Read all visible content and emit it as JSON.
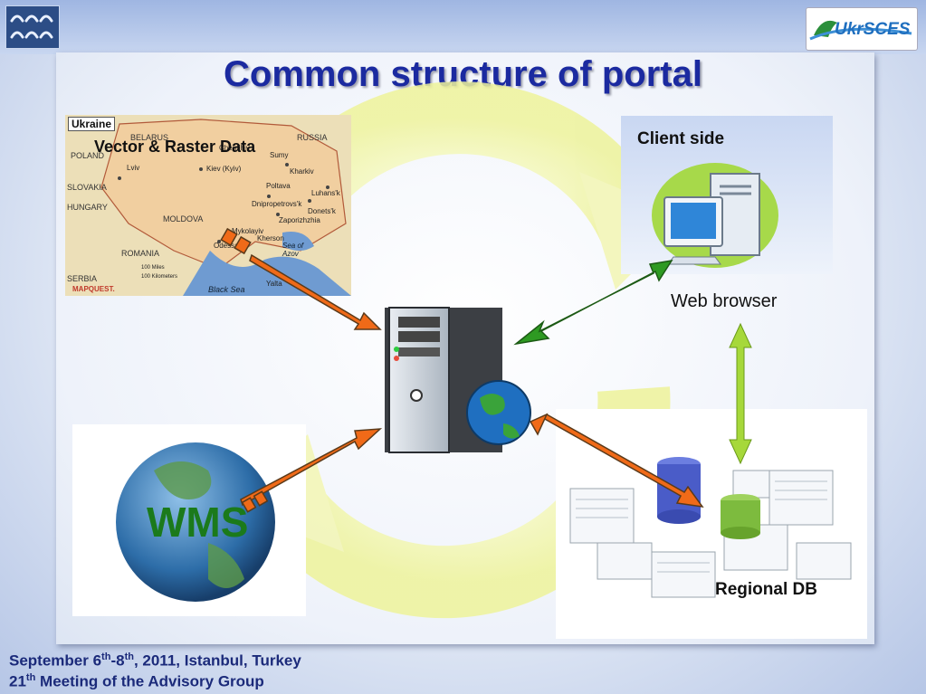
{
  "title": "Common structure of portal",
  "logos": {
    "right_text": "UkrSCES"
  },
  "map": {
    "heading": "Ukraine",
    "overlay_label": "Vector & Raster Data",
    "place_names": [
      "BELARUS",
      "RUSSIA",
      "POLAND",
      "SLOVAKIA",
      "HUNGARY",
      "ROMANIA",
      "SERBIA",
      "MOLDOVA",
      "Kiev (Kyiv)",
      "Lviv",
      "Odessa",
      "Kharkiv",
      "Dnipropetrovs'k",
      "Zaporizhzhia",
      "Donets'k",
      "Luhans'k",
      "Sea of Azov",
      "Black Sea",
      "Yalta",
      "Chernihiv",
      "Poltava",
      "Sumy",
      "Mykolayiv",
      "Kherson"
    ],
    "scale_miles": "100 Miles",
    "scale_km": "100 Kilometers",
    "credit": "MAPQUEST."
  },
  "client": {
    "heading": "Client side",
    "caption": "Web browser"
  },
  "wms": {
    "label": "WMS"
  },
  "db": {
    "caption": "Regional DB"
  },
  "footer": {
    "line1_pre": "September 6",
    "line1_sup1": "th",
    "line1_mid": "-8",
    "line1_sup2": "th",
    "line1_post": ", 2011, Istanbul, Turkey",
    "line2_pre": "21",
    "line2_sup": "th",
    "line2_post": " Meeting of the Advisory Group"
  },
  "colors": {
    "title": "#1b2aa0",
    "arrow_orange": "#f06a18",
    "arrow_green": "#2e9a22",
    "arrow_lightgreen": "#a6d83a",
    "footer": "#1b2a7a"
  }
}
